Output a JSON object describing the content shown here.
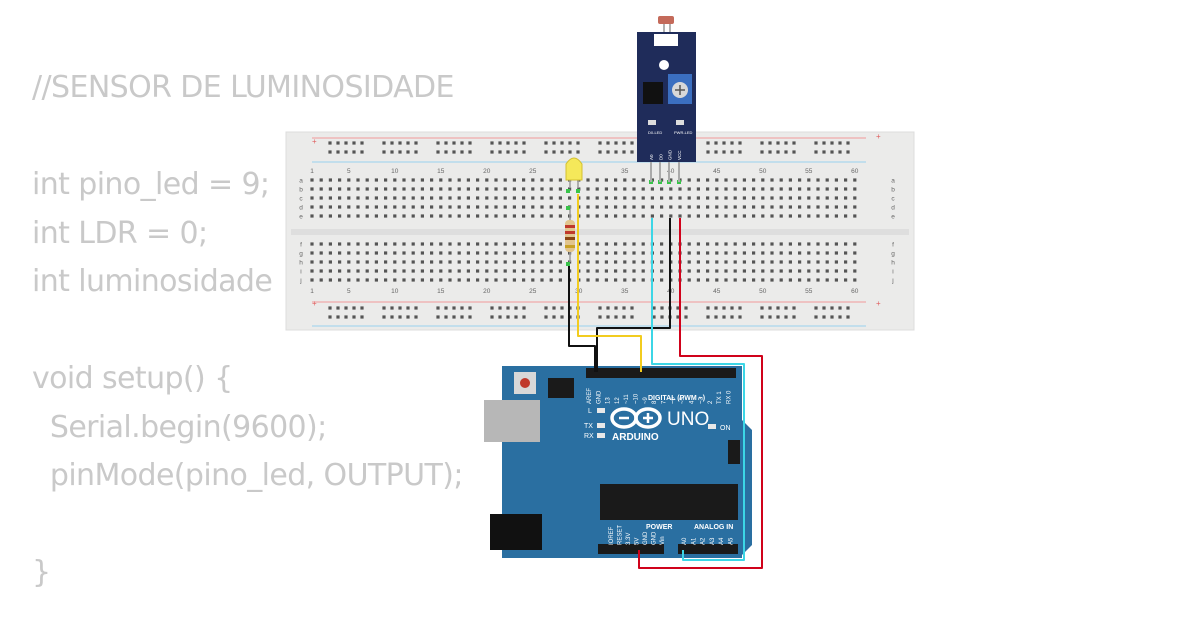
{
  "code": {
    "lines": [
      "//SENSOR DE LUMINOSIDADE",
      "",
      "int pino_led = 9;",
      "int LDR = 0;",
      "int luminosidade",
      "",
      "void setup() {",
      "  Serial.begin(9600);",
      "  pinMode(pino_led, OUTPUT);",
      "",
      "}"
    ]
  },
  "breadboard": {
    "column_numbers": [
      "1",
      "5",
      "10",
      "15",
      "20",
      "25",
      "30",
      "35",
      "40",
      "45",
      "50",
      "55",
      "60"
    ],
    "rows_top": [
      "a",
      "b",
      "c",
      "d",
      "e"
    ],
    "rows_bottom": [
      "f",
      "g",
      "h",
      "i",
      "j"
    ],
    "rail_plus": "+",
    "rail_minus": "−"
  },
  "arduino": {
    "logo_text": "UNO",
    "brand": "ARDUINO",
    "digital_label": "DIGITAL (PWM ~)",
    "on_label": "ON",
    "l_label": "L",
    "tx_label": "TX",
    "rx_label": "RX",
    "power_label": "POWER",
    "analog_label": "ANALOG IN",
    "digital_pins": [
      "AREF",
      "GND",
      "13",
      "12",
      "~11",
      "~10",
      "~9",
      "8",
      "7",
      "~6",
      "~5",
      "4",
      "~3",
      "2",
      "TX 1",
      "RX 0"
    ],
    "power_pins": [
      "IOREF",
      "RESET",
      "3.3V",
      "5V",
      "GND",
      "GND",
      "Vin"
    ],
    "analog_pins": [
      "A0",
      "A1",
      "A2",
      "A3",
      "A4",
      "A5"
    ]
  },
  "sensor": {
    "pin_labels": [
      "A0",
      "D0",
      "GND",
      "VCC"
    ],
    "led_labels": [
      "D0-LED",
      "PWR-LED"
    ]
  },
  "colors": {
    "code_text": "#c9c9c9",
    "board_blue": "#2a6fa1",
    "breadboard": "#ebebea",
    "wire_black": "#111111",
    "wire_yellow": "#f2cc1f",
    "wire_cyan": "#3cd6e6",
    "wire_red": "#d0021b",
    "module_navy": "#1f2c5a"
  }
}
